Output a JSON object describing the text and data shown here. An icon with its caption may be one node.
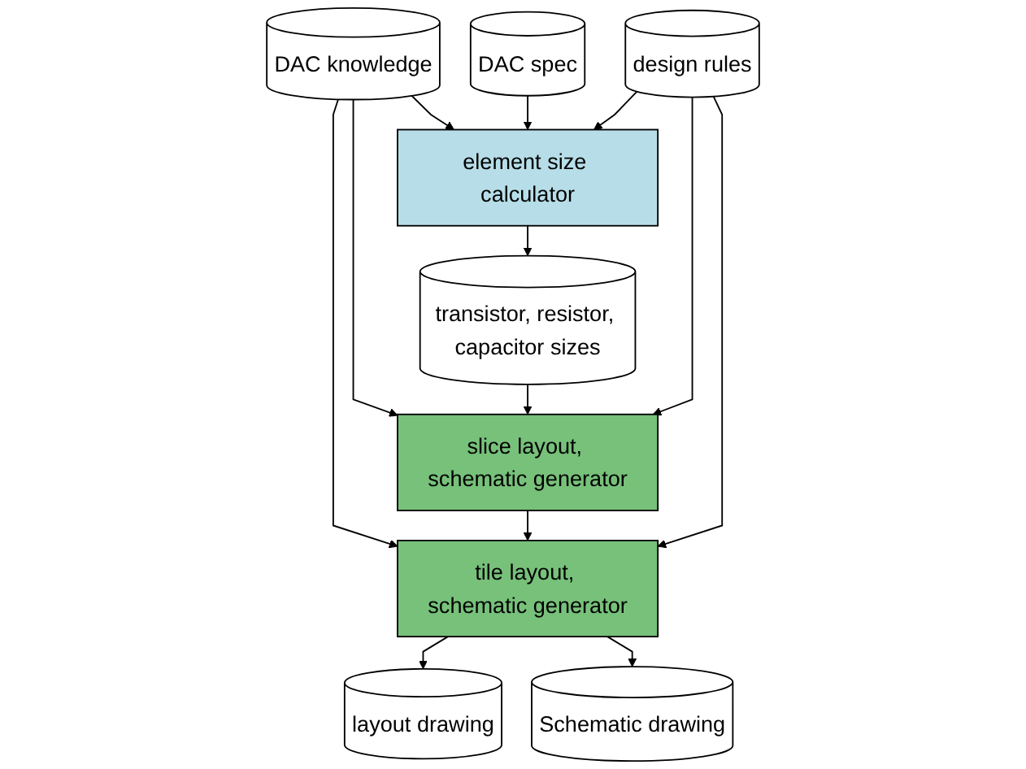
{
  "diagram": {
    "nodes": [
      {
        "text": [
          "DAC knowledge"
        ]
      },
      {
        "text": [
          "DAC spec"
        ]
      },
      {
        "text": [
          "design rules"
        ]
      },
      {
        "text": [
          "element size calculator"
        ]
      },
      {
        "text": [
          "transistor, resistor, capacitor sizes"
        ]
      },
      {
        "text": [
          "slice layout, schematic generator"
        ]
      },
      {
        "text": [
          "tile layout, schematic generator"
        ]
      },
      {
        "text": [
          "layout drawing"
        ]
      },
      {
        "text": [
          "Schematic drawing"
        ]
      }
    ],
    "edges": [
      {
        "from": 0,
        "to": 3,
        "arrow": "to"
      },
      {
        "from": 1,
        "to": 3,
        "arrow": "to"
      },
      {
        "from": 2,
        "to": 3,
        "arrow": "to"
      },
      {
        "from": 3,
        "to": 4,
        "arrow": "to"
      },
      {
        "from": 0,
        "to": 5,
        "arrow": "to"
      },
      {
        "from": 4,
        "to": 5,
        "arrow": "to"
      },
      {
        "from": 2,
        "to": 5,
        "arrow": "to"
      },
      {
        "from": 0,
        "to": 6,
        "arrow": "to"
      },
      {
        "from": 5,
        "to": 6,
        "arrow": "to"
      },
      {
        "from": 2,
        "to": 6,
        "arrow": "to"
      },
      {
        "from": 6,
        "to": 7,
        "arrow": "to"
      },
      {
        "from": 6,
        "to": 8,
        "arrow": "to"
      }
    ]
  }
}
